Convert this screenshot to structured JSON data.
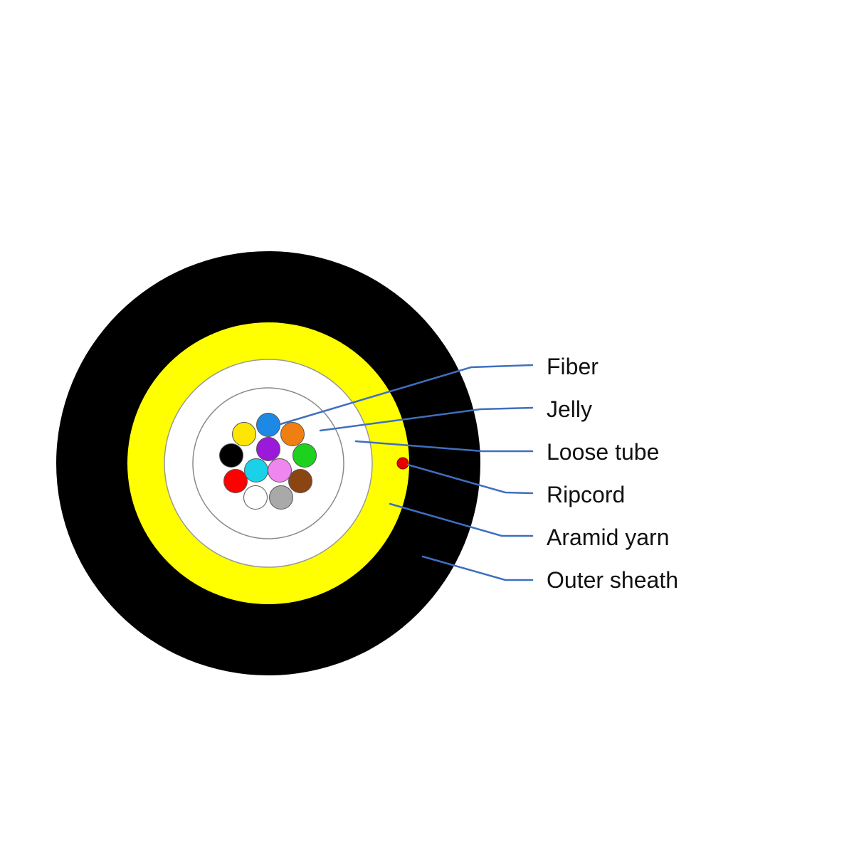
{
  "diagram": {
    "labels": {
      "fiber": "Fiber",
      "jelly": "Jelly",
      "loose_tube": "Loose tube",
      "ripcord": "Ripcord",
      "aramid_yarn": "Aramid yarn",
      "outer_sheath": "Outer sheath"
    }
  },
  "colors": {
    "outer_sheath": "#000000",
    "aramid_yarn": "#ffff00",
    "jelly": "#ffffff",
    "ripcord": "#e60000",
    "leader_line": "#3f6fbf",
    "fibers": {
      "blue": "#1e88e5",
      "orange": "#f07f12",
      "green": "#1fd11f",
      "brown": "#8b4513",
      "gray": "#a9a9a9",
      "white": "#ffffff",
      "red": "#ff0000",
      "black": "#000000",
      "yellow": "#ffe600",
      "violet": "#9b19d8",
      "rose": "#ef86ef",
      "aqua": "#19d2ea"
    }
  }
}
